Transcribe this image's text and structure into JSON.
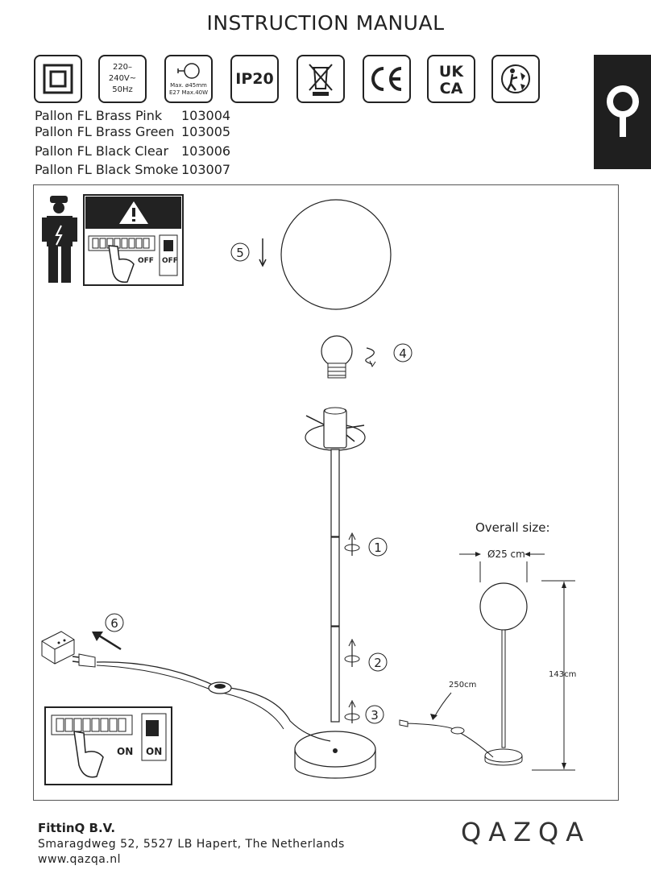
{
  "header": {
    "title": "INSTRUCTION MANUAL"
  },
  "certifications": {
    "voltage_line1": "220–240V~",
    "voltage_line2": "50Hz",
    "bulb_line1": "Max. ø45mm",
    "bulb_line2": "E27 Max.40W",
    "ip_rating": "IP20"
  },
  "products": [
    {
      "name": "Pallon  FL Brass Pink",
      "code": "103004"
    },
    {
      "name": "Pallon  FL Brass Green",
      "code": "103005"
    },
    {
      "name": "Pallon  FL Black Clear",
      "code": "103006"
    },
    {
      "name": "Pallon  FL Black Smoke",
      "code": "103007"
    }
  ],
  "diagram": {
    "off_label": "OFF",
    "on_label": "ON",
    "steps": [
      "1",
      "2",
      "3",
      "4",
      "5",
      "6"
    ],
    "overall_size_label": "Overall size:",
    "diameter_label": "Ø25 cm",
    "height_label": "143cm",
    "cable_label": "250cm"
  },
  "footer": {
    "company": "FittinQ B.V.",
    "address": "Smaragdweg 52, 5527 LB Hapert, The Netherlands",
    "website": "www.qazqa.nl",
    "logo": "QAZQA"
  },
  "icons": [
    "double-insulation-icon",
    "bulb-icon",
    "weee-bin-icon",
    "ce-mark-icon",
    "ukca-mark-icon",
    "recycle-icon",
    "qazqa-logo-icon",
    "warning-icon",
    "electrician-icon",
    "hand-icon",
    "socket-icon",
    "plug-icon"
  ]
}
